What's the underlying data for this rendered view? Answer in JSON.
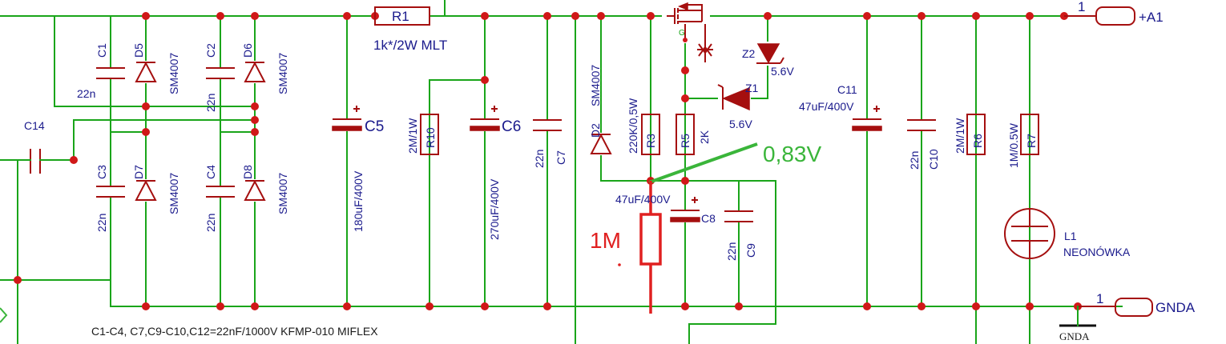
{
  "labels": {
    "C1": "C1",
    "C2": "C2",
    "C3": "C3",
    "C4": "C4",
    "C14": "C14",
    "D5": "D5",
    "D6": "D6",
    "D7": "D7",
    "D8": "D8",
    "D2": "D2",
    "sm4007": "SM4007",
    "n22": "22n",
    "R1": "R1",
    "R1_value": "1k*/2W MLT",
    "C5": "C5",
    "C5_value": "180uF/400V",
    "C6": "C6",
    "C6_value": "270uF/400V",
    "R10": "R10",
    "R10_value": "2M/1W",
    "C7": "C7",
    "R3": "R3",
    "R3_value": "220K/0,5W",
    "R5": "R5",
    "R5_value": "2K",
    "Z1": "Z1",
    "Z2": "Z2",
    "z_value": "5.6V",
    "C8": "C8",
    "C8_value": "47uF/400V",
    "C9": "C9",
    "C11": "C11",
    "C11_value": "47uF/400V",
    "C10": "C10",
    "R6": "R6",
    "R6_value": "2M/1W",
    "R7": "R7",
    "R7_value": "1M/0.5W",
    "L1": "L1",
    "L1_value": "NEONÓWKA",
    "A1": "+A1",
    "GNDA": "GNDA",
    "GNDA_sym": "GNDA",
    "pin1": "1",
    "note": "C1-C4, C7,C9-C10,C12=22nF/1000V KFMP-010 MIFLEX"
  },
  "annotations": {
    "voltage": "0,83V",
    "resistor": "1M"
  },
  "colors": {
    "wire": "#1aa51a",
    "component": "#a50f0f",
    "text": "#1a1a8c",
    "junction": "#d01818",
    "annotation_green": "#3ab53a",
    "annotation_red": "#e02020"
  }
}
